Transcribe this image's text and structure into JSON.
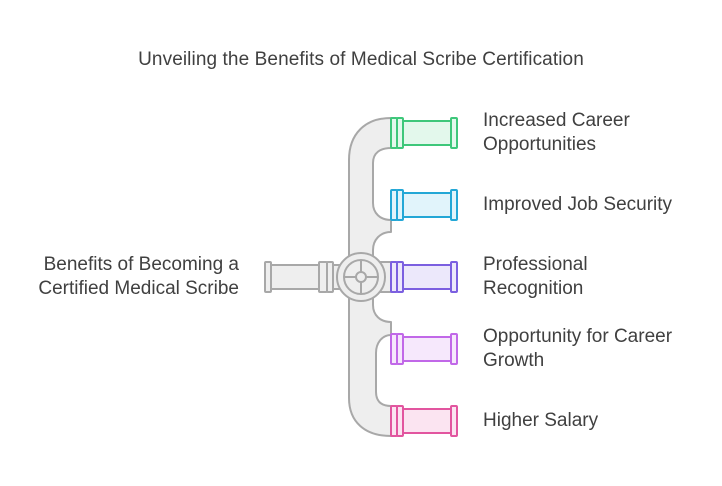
{
  "title": "Unveiling the Benefits of Medical Scribe Certification",
  "source": {
    "line1": "Benefits of Becoming a",
    "line2": "Certified Medical Scribe"
  },
  "benefits": [
    {
      "line1": "Increased Career",
      "line2": "Opportunities",
      "color": "#3ec77a",
      "fill": "#e3f8ec"
    },
    {
      "line1": "Improved Job Security",
      "line2": "",
      "color": "#23a7d6",
      "fill": "#e1f4fb"
    },
    {
      "line1": "Professional",
      "line2": "Recognition",
      "color": "#7b5fe0",
      "fill": "#ece8fb"
    },
    {
      "line1": "Opportunity for Career",
      "line2": "Growth",
      "color": "#c168e8",
      "fill": "#f6e8fc"
    },
    {
      "line1": "Higher Salary",
      "line2": "",
      "color": "#e2559f",
      "fill": "#fbe4f1"
    }
  ],
  "colors": {
    "pipe": "#a8a8a8",
    "pipe_fill": "#eeeeee",
    "text": "#404040"
  }
}
